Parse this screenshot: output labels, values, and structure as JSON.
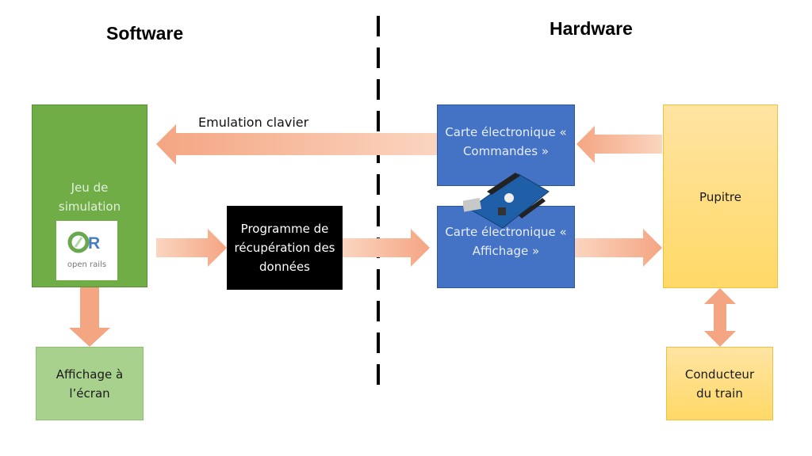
{
  "headers": {
    "software": "Software",
    "hardware": "Hardware"
  },
  "boxes": {
    "simulation": "Jeu de simulation",
    "logo_text": "open rails",
    "logo_letter": "R",
    "screen": "Affichage à l’écran",
    "program": "Programme de récupération des données",
    "commands_board": "Carte électronique « Commandes »",
    "display_board": "Carte électronique « Affichage »",
    "desk": "Pupitre",
    "driver": "Conducteur du train"
  },
  "labels": {
    "keyboard_emulation": "Emulation clavier"
  },
  "colors": {
    "arrow": "#f4a582",
    "green": "#70ad47",
    "blue": "#4472c4",
    "yellow": "#ffd966"
  }
}
